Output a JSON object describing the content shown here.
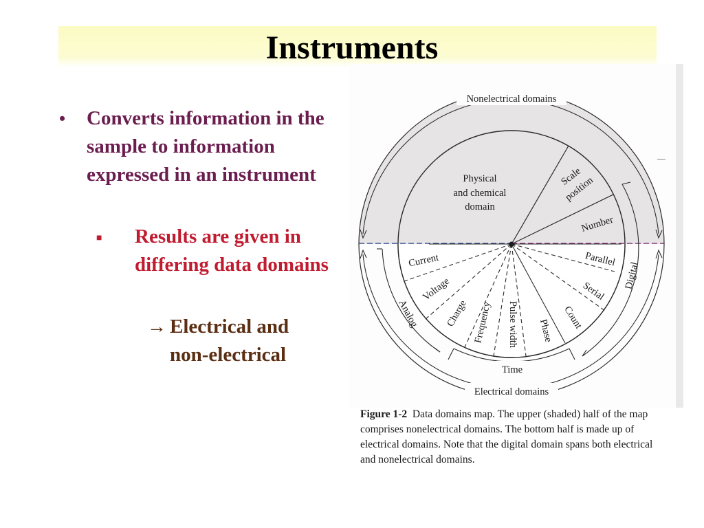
{
  "slide": {
    "title": "Instruments"
  },
  "bullets": {
    "level1": {
      "marker": "•",
      "text": "Converts information in the sample to information expressed in an instrument"
    },
    "level2": {
      "marker": "■",
      "text": "Results are given in differing data domains"
    },
    "level3": {
      "marker": "→",
      "text": "Electrical and non-electrical"
    }
  },
  "figure": {
    "labels": {
      "nonelectrical": "Nonelectrical domains",
      "electrical": "Electrical domains",
      "physical_line1": "Physical",
      "physical_line2": "and chemical",
      "physical_line3": "domain",
      "scale": "Scale",
      "position": "position",
      "number": "Number",
      "parallel": "Parallel",
      "serial": "Serial",
      "count": "Count",
      "phase": "Phase",
      "pulse_width": "Pulse width",
      "frequency": "Frequency",
      "charge": "Charge",
      "voltage": "Voltage",
      "current": "Current",
      "analog": "Analog",
      "digital": "Digital",
      "time": "Time"
    },
    "colors": {
      "upper_shade": "#e6e4e4",
      "lower_fill": "#ffffff",
      "lines": "#2a2a2a",
      "divider_left": "#1e3a8a",
      "divider_right": "#7a1a6a"
    },
    "caption": {
      "label": "Figure 1-2",
      "text": "Data domains map. The upper (shaded) half of the map comprises nonelectrical domains. The bottom half is made up of electrical domains. Note that the digital domain spans both electrical and nonelectrical domains."
    }
  }
}
